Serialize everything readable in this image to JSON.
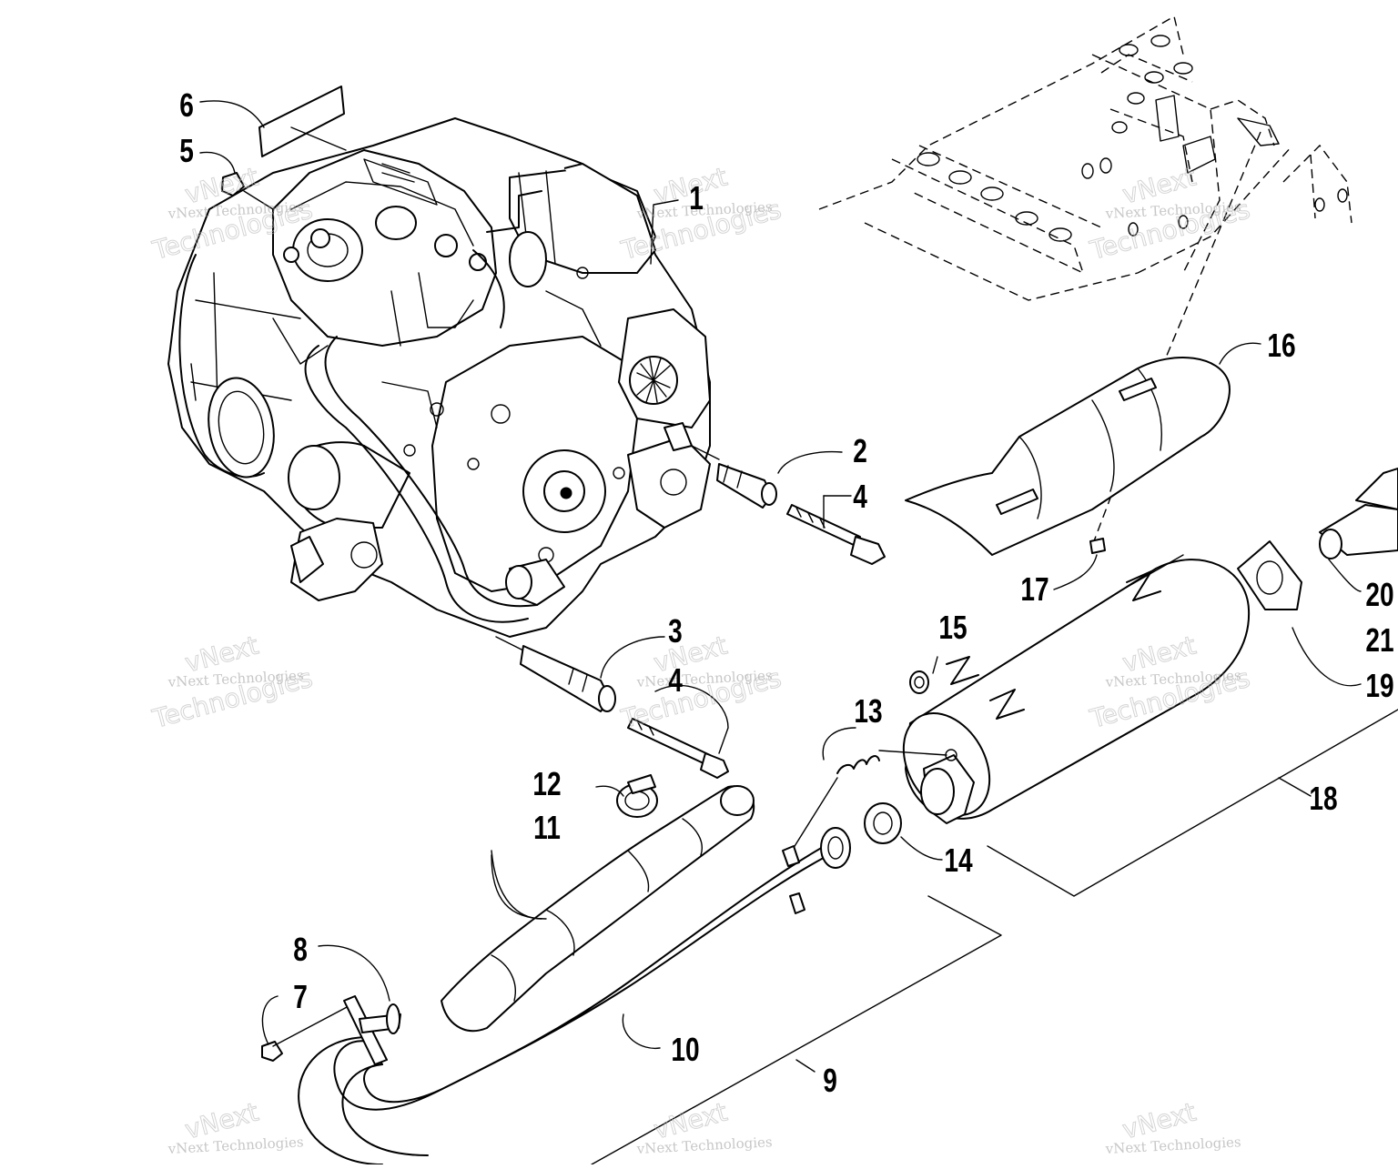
{
  "diagram": {
    "callouts": [
      {
        "id": "c1",
        "text": "1"
      },
      {
        "id": "c2",
        "text": "2"
      },
      {
        "id": "c3",
        "text": "3"
      },
      {
        "id": "c4a",
        "text": "4"
      },
      {
        "id": "c4b",
        "text": "4"
      },
      {
        "id": "c5",
        "text": "5"
      },
      {
        "id": "c6",
        "text": "6"
      },
      {
        "id": "c7",
        "text": "7"
      },
      {
        "id": "c8",
        "text": "8"
      },
      {
        "id": "c9",
        "text": "9"
      },
      {
        "id": "c10",
        "text": "10"
      },
      {
        "id": "c11",
        "text": "11"
      },
      {
        "id": "c12",
        "text": "12"
      },
      {
        "id": "c13",
        "text": "13"
      },
      {
        "id": "c14",
        "text": "14"
      },
      {
        "id": "c15",
        "text": "15"
      },
      {
        "id": "c16",
        "text": "16"
      },
      {
        "id": "c17",
        "text": "17"
      },
      {
        "id": "c18",
        "text": "18"
      },
      {
        "id": "c19",
        "text": "19"
      },
      {
        "id": "c20",
        "text": "20"
      },
      {
        "id": "c21",
        "text": "21"
      }
    ],
    "watermark": {
      "line1": "vNext Technologies",
      "line2a": "vNext",
      "line2b": "Technologies"
    }
  }
}
